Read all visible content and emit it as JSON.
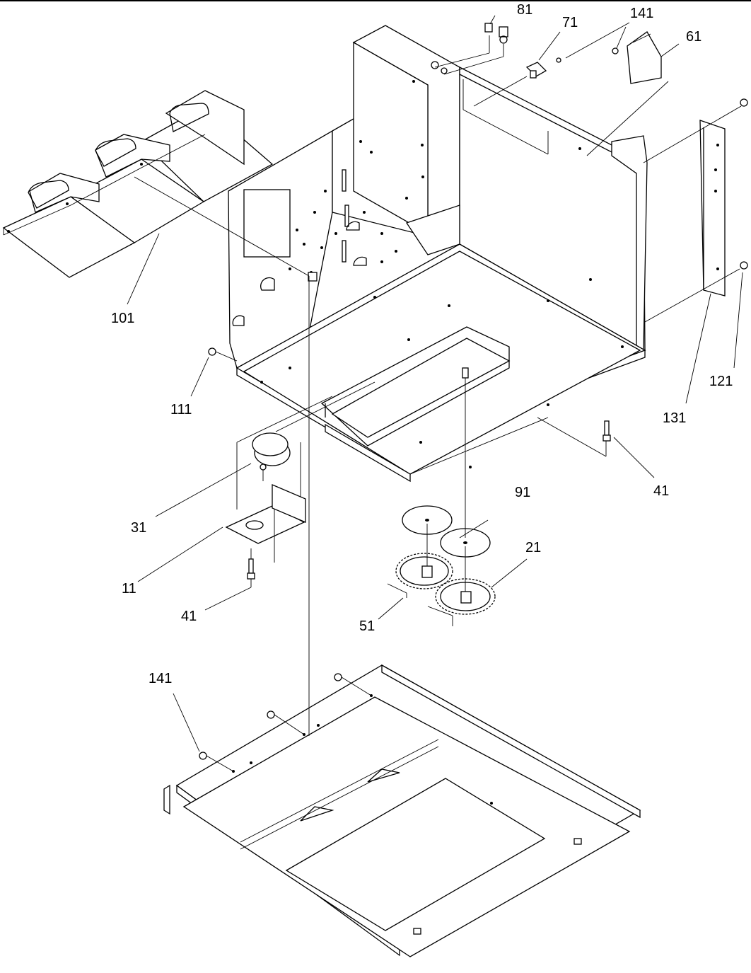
{
  "labels": {
    "l81": "81",
    "l71": "71",
    "l141_top": "141",
    "l61": "61",
    "l101": "101",
    "l111": "111",
    "l131": "131",
    "l121": "121",
    "l41_right": "41",
    "l31": "31",
    "l91": "91",
    "l21": "21",
    "l11": "11",
    "l41_left": "41",
    "l51": "51",
    "l141_bottom": "141"
  }
}
